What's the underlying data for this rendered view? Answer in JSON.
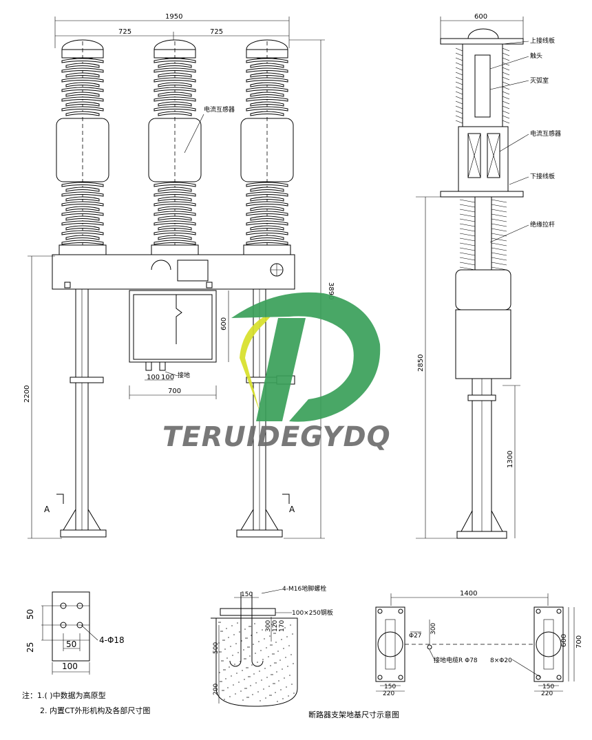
{
  "front_view": {
    "overall_width": "1950",
    "half_left": "725",
    "half_right": "725",
    "total_height": "3890",
    "leg_height": "2200",
    "box_height": "600",
    "box_width": "700",
    "box_sub_left": "100",
    "box_sub_right": "100",
    "label_ct": "电流互感器",
    "label_ground": "接地",
    "section_left": "A",
    "section_right": "A"
  },
  "side_view": {
    "top_width": "600",
    "height_upper": "2850",
    "height_lower": "1300",
    "labels": {
      "upper_plate": "上接线板",
      "contact": "触头",
      "interrupter": "灭弧室",
      "ct": "电流互感器",
      "lower_plate": "下接线板",
      "insulating_rod": "绝缘拉杆"
    }
  },
  "hole_detail": {
    "dim_50_v": "50",
    "dim_25_v": "25",
    "dim_50_h": "50",
    "dim_100": "100",
    "hole_spec": "4-Φ18"
  },
  "foundation_detail": {
    "bolt_spec": "4-M16地脚螺栓",
    "plate_spec": "100×250钢板",
    "dim_150": "150",
    "dim_300": "300",
    "dim_500": "500",
    "dim_200": "200",
    "dim_right_a": "120",
    "dim_right_b": "170"
  },
  "plan_detail": {
    "dim_1400": "1400",
    "dim_700": "700",
    "dim_600": "600",
    "dim_300": "300",
    "dim_150_l": "150",
    "dim_220_l": "220",
    "dim_150_r": "150",
    "dim_220_r": "220",
    "dim_27": "Φ27",
    "cable_spec": "接地电缆R Φ78",
    "hole_spec": "8×Φ20"
  },
  "notes": {
    "line1": "注：1.( )中数据为高原型",
    "line2": "2. 内置CT外形机构及各部尺寸图"
  },
  "caption": "断路器支架地基尺寸示意图",
  "watermark": {
    "text": "TERUIDEGYDQ",
    "green": "#3aa05a",
    "yellow": "#d7e02a"
  }
}
